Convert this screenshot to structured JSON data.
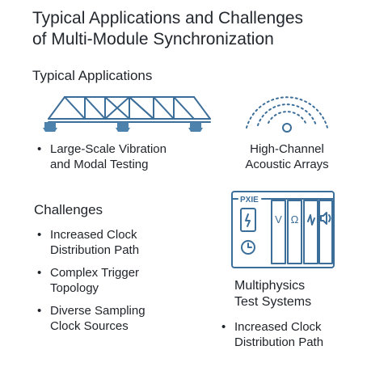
{
  "title": {
    "line1": "Typical Applications and Challenges",
    "line2": "of Multi-Module Synchronization"
  },
  "applications": {
    "heading": "Typical Applications",
    "vibration": {
      "icon": "truss-bridge-icon",
      "bullet": "•",
      "line1": "Large-Scale Vibration",
      "line2": "and Modal Testing"
    },
    "acoustic": {
      "icon": "acoustic-waves-icon",
      "line1": "High-Channel",
      "line2": "Acoustic Arrays"
    },
    "multiphysics": {
      "icon": "pxie-chassis-icon",
      "chassis_label": "PXIE",
      "module_glyphs": [
        "V",
        "Ω",
        "∿",
        "🔈"
      ],
      "line1": "Multiphysics",
      "line2": "Test Systems",
      "bullet": "•",
      "bullet_line1": "Increased Clock",
      "bullet_line2": "Distribution Path"
    }
  },
  "challenges": {
    "heading": "Challenges",
    "items": [
      {
        "bullet": "•",
        "line1": "Increased Clock",
        "line2": "Distribution Path"
      },
      {
        "bullet": "•",
        "line1": "Complex Trigger",
        "line2": "Topology"
      },
      {
        "bullet": "•",
        "line1": "Diverse Sampling",
        "line2": "Clock Sources"
      }
    ]
  },
  "colors": {
    "icon_stroke": "#3c6e9a",
    "icon_fill": "#4d82ad",
    "text": "#1e2329"
  }
}
